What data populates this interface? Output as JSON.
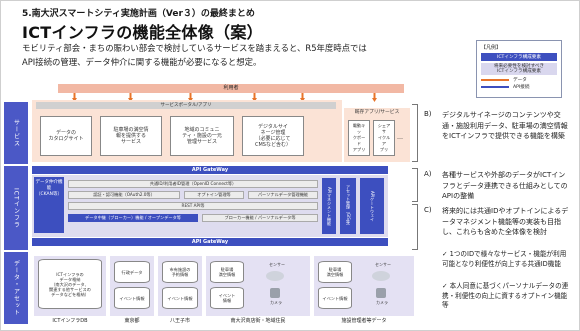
{
  "header": {
    "section": "5.南大沢スマートシティ実施計画（Ver３）の最終まとめ",
    "title": "ICTインフラの機能全体像（案）",
    "subtitle_line1": "モビリティ部会・まちの賑わい部会で検討しているサービスを踏まえると、R5年度時点では",
    "subtitle_line2": "API接続の管理、データ仲介に関する機能が必要になると想定。"
  },
  "legend": {
    "title": "【凡例】",
    "blue_box": "ICTインフラ構成要素",
    "purple_box": "将来必要性を検討すべき\nICTインフラ構成要素",
    "data_label": "データ",
    "api_label": "API接続"
  },
  "bands": {
    "service": "サービス",
    "ict": "ICTインフラ",
    "data": "データ・アセット"
  },
  "service_layer": {
    "users": "利用者",
    "portal": "サービスポータル/アプリ",
    "boxes": [
      "データの\nカタログサイト",
      "駐車場の満空情\n報を提供する\nサービス",
      "地域のコミュニ\nティ・施設の一元\n管理サービス",
      "デジタルサイ\nネージ管理\n（必要に応じて\nCMSなど含む）"
    ],
    "existing_title": "既存アプリ/サービス",
    "existing": [
      "電動キッ\nクボード\nアプリ",
      "シェアサ\nイクルア\nプリ",
      "…"
    ]
  },
  "ict_layer": {
    "api_gateway_top": "API GateWay",
    "api_gateway_bottom": "API GateWay",
    "data_mediation": "データ仲介機能\n（CKAN等）",
    "id_auth": "共通ID/利用者ID管理（OpenID Connect等）",
    "authority": "認証・認可機能（OAuth2.0等）",
    "consent": "オプトイン管理等",
    "personal_data": "パーソナルデータ管理機能",
    "rest": "REST API等",
    "broker": "データ中継（ブローカー）機能 / オープンデータ等",
    "broker_right": "ブローカー機能 / パーソナルデータ等",
    "v_api": "APIマネジメント機能",
    "v_asset": "アセット管理（GIS等）",
    "v_gateway": "APIゲートウェイ"
  },
  "data_layer": {
    "ict_db": "ICTインフラの\nデータ格納\n（南大沢のデータ、\n関連する他サービスの\nデータなどを格納）",
    "city_dbs": [
      "行政データ",
      "イベント情報"
    ],
    "hachioji_dbs": [
      "市有施設の\n予約情報",
      "イベント情報"
    ],
    "toshi_dbs": [
      "駐車場\n満空情報",
      "イベント\n情報"
    ],
    "private_dbs": [
      "駐車場\n満空情報",
      "イベント情報"
    ],
    "sensor": "センサー",
    "camera": "カメラ",
    "labels": [
      "ICTインフラDB",
      "東京都",
      "八王子市",
      "南大沢商店街・地域住民",
      "施設管理者等データ"
    ]
  },
  "descriptions": {
    "b_marker": "B)",
    "b_text": "デジタルサイネージのコンテンツや交通・施設利用データ、駐車場の満空情報をICTインフラで提供できる機能を構築",
    "a_marker": "A)",
    "a_text": "各種サービスや外部のデータがICTインフラとデータ連携できる仕組みとしてのAPIの整備",
    "c_marker": "C)",
    "c_text": "将来的には共通IDやオプトインによるデータマネジメント機能等の実装も目指し、これらも含めた全体像を検討",
    "bullet1": "✓ 1つのIDで様々なサービス・機能が利用可能となり利便性が向上する共通ID機能",
    "bullet2": "✓ 本人同意に基づくパーソナルデータの連携・利便性の向上に資するオプトイン機能　等"
  },
  "colors": {
    "accent_blue": "#3d4fbf",
    "service_bg": "#fbe3d6",
    "ict_bg": "#dedcef",
    "orange": "#e8742a"
  }
}
